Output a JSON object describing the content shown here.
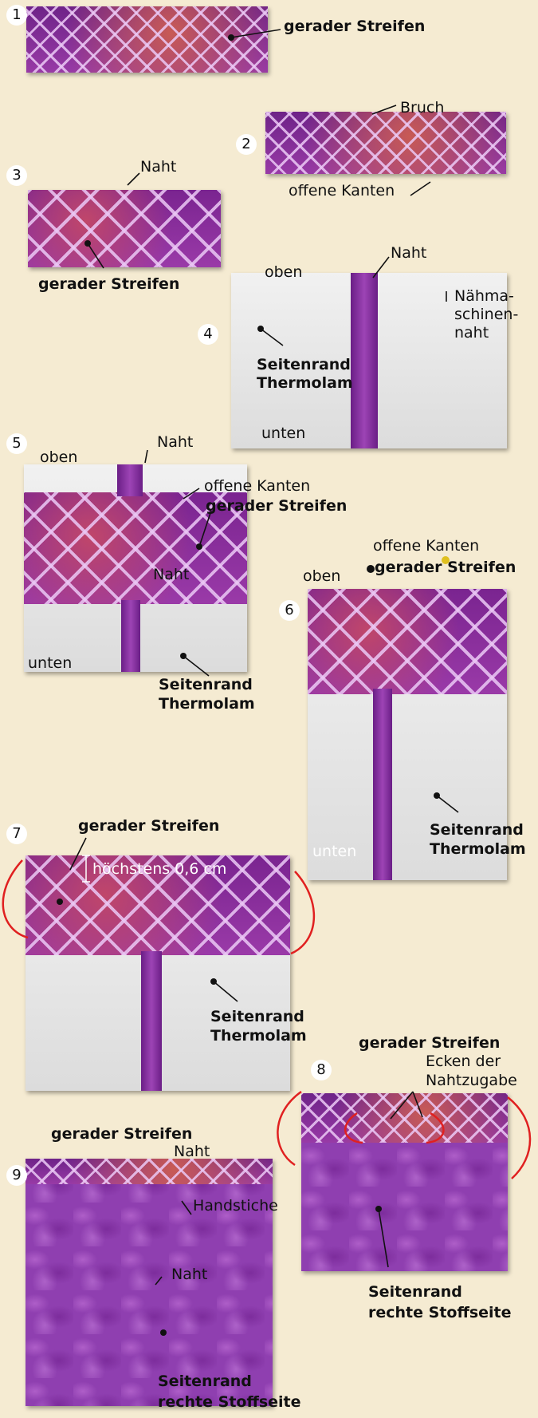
{
  "steps": [
    {
      "number": "1",
      "labels": {
        "strip": "gerader Streifen"
      }
    },
    {
      "number": "2",
      "labels": {
        "fold": "Bruch",
        "edges": "offene Kanten"
      }
    },
    {
      "number": "3",
      "labels": {
        "seam": "Naht",
        "strip": "gerader Streifen"
      }
    },
    {
      "number": "4",
      "labels": {
        "seam": "Naht",
        "top": "oben",
        "machine_seam": "Nähma-\nschinen-\nnaht",
        "side_edge": "Seitenrand\nThermolam",
        "bottom": "unten"
      }
    },
    {
      "number": "5",
      "labels": {
        "seam_top": "Naht",
        "top": "oben",
        "edges": "offene Kanten",
        "strip": "gerader Streifen",
        "seam_mid": "Naht",
        "bottom": "unten",
        "side_edge": "Seitenrand\nThermolam"
      }
    },
    {
      "number": "6",
      "labels": {
        "edges": "offene Kanten",
        "top": "oben",
        "strip": "gerader Streifen",
        "bottom": "unten",
        "side_edge": "Seitenrand\nThermolam"
      }
    },
    {
      "number": "7",
      "labels": {
        "strip": "gerader Streifen",
        "measure": "höchstens 0,6 cm",
        "side_edge": "Seitenrand\nThermolam"
      }
    },
    {
      "number": "8",
      "labels": {
        "strip": "gerader Streifen",
        "corners": "Ecken der\nNahtzugabe",
        "side_edge": "Seitenrand\nrechte Stoffseite"
      }
    },
    {
      "number": "9",
      "labels": {
        "strip": "gerader Streifen",
        "seam_top": "Naht",
        "hand": "Handstiche",
        "seam_mid": "Naht",
        "side_edge": "Seitenrand\nrechte Stoffseite"
      }
    }
  ],
  "colors": {
    "background": "#f5ebd2",
    "fabric": "#8a2fa0",
    "arrow": "#e02020"
  }
}
